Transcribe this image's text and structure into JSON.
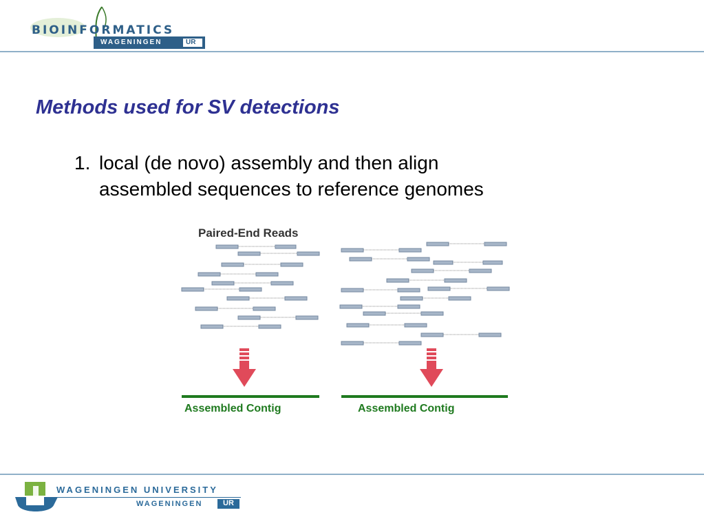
{
  "header_logo": {
    "wordmark": "BIOINFORMATICS",
    "institution": "WAGENINGEN",
    "institution_badge": "UR"
  },
  "slide": {
    "title": "Methods used for SV detections",
    "list_item_number": "1.",
    "list_item_line1": "local (de novo) assembly and then align",
    "list_item_line2": "assembled sequences to reference genomes"
  },
  "figure": {
    "heading": "Paired-End Reads",
    "left_caption": "Assembled Contig",
    "right_caption": "Assembled Contig",
    "read_color": "#a7b6c8",
    "arrow_color": "#e04a5a",
    "contig_color": "#1f7a1f"
  },
  "footer_logo": {
    "line1": "WAGENINGEN UNIVERSITY",
    "line2": "WAGENINGEN",
    "badge": "UR",
    "brand_color": "#2b6a9a",
    "accent_color": "#7bb241"
  }
}
